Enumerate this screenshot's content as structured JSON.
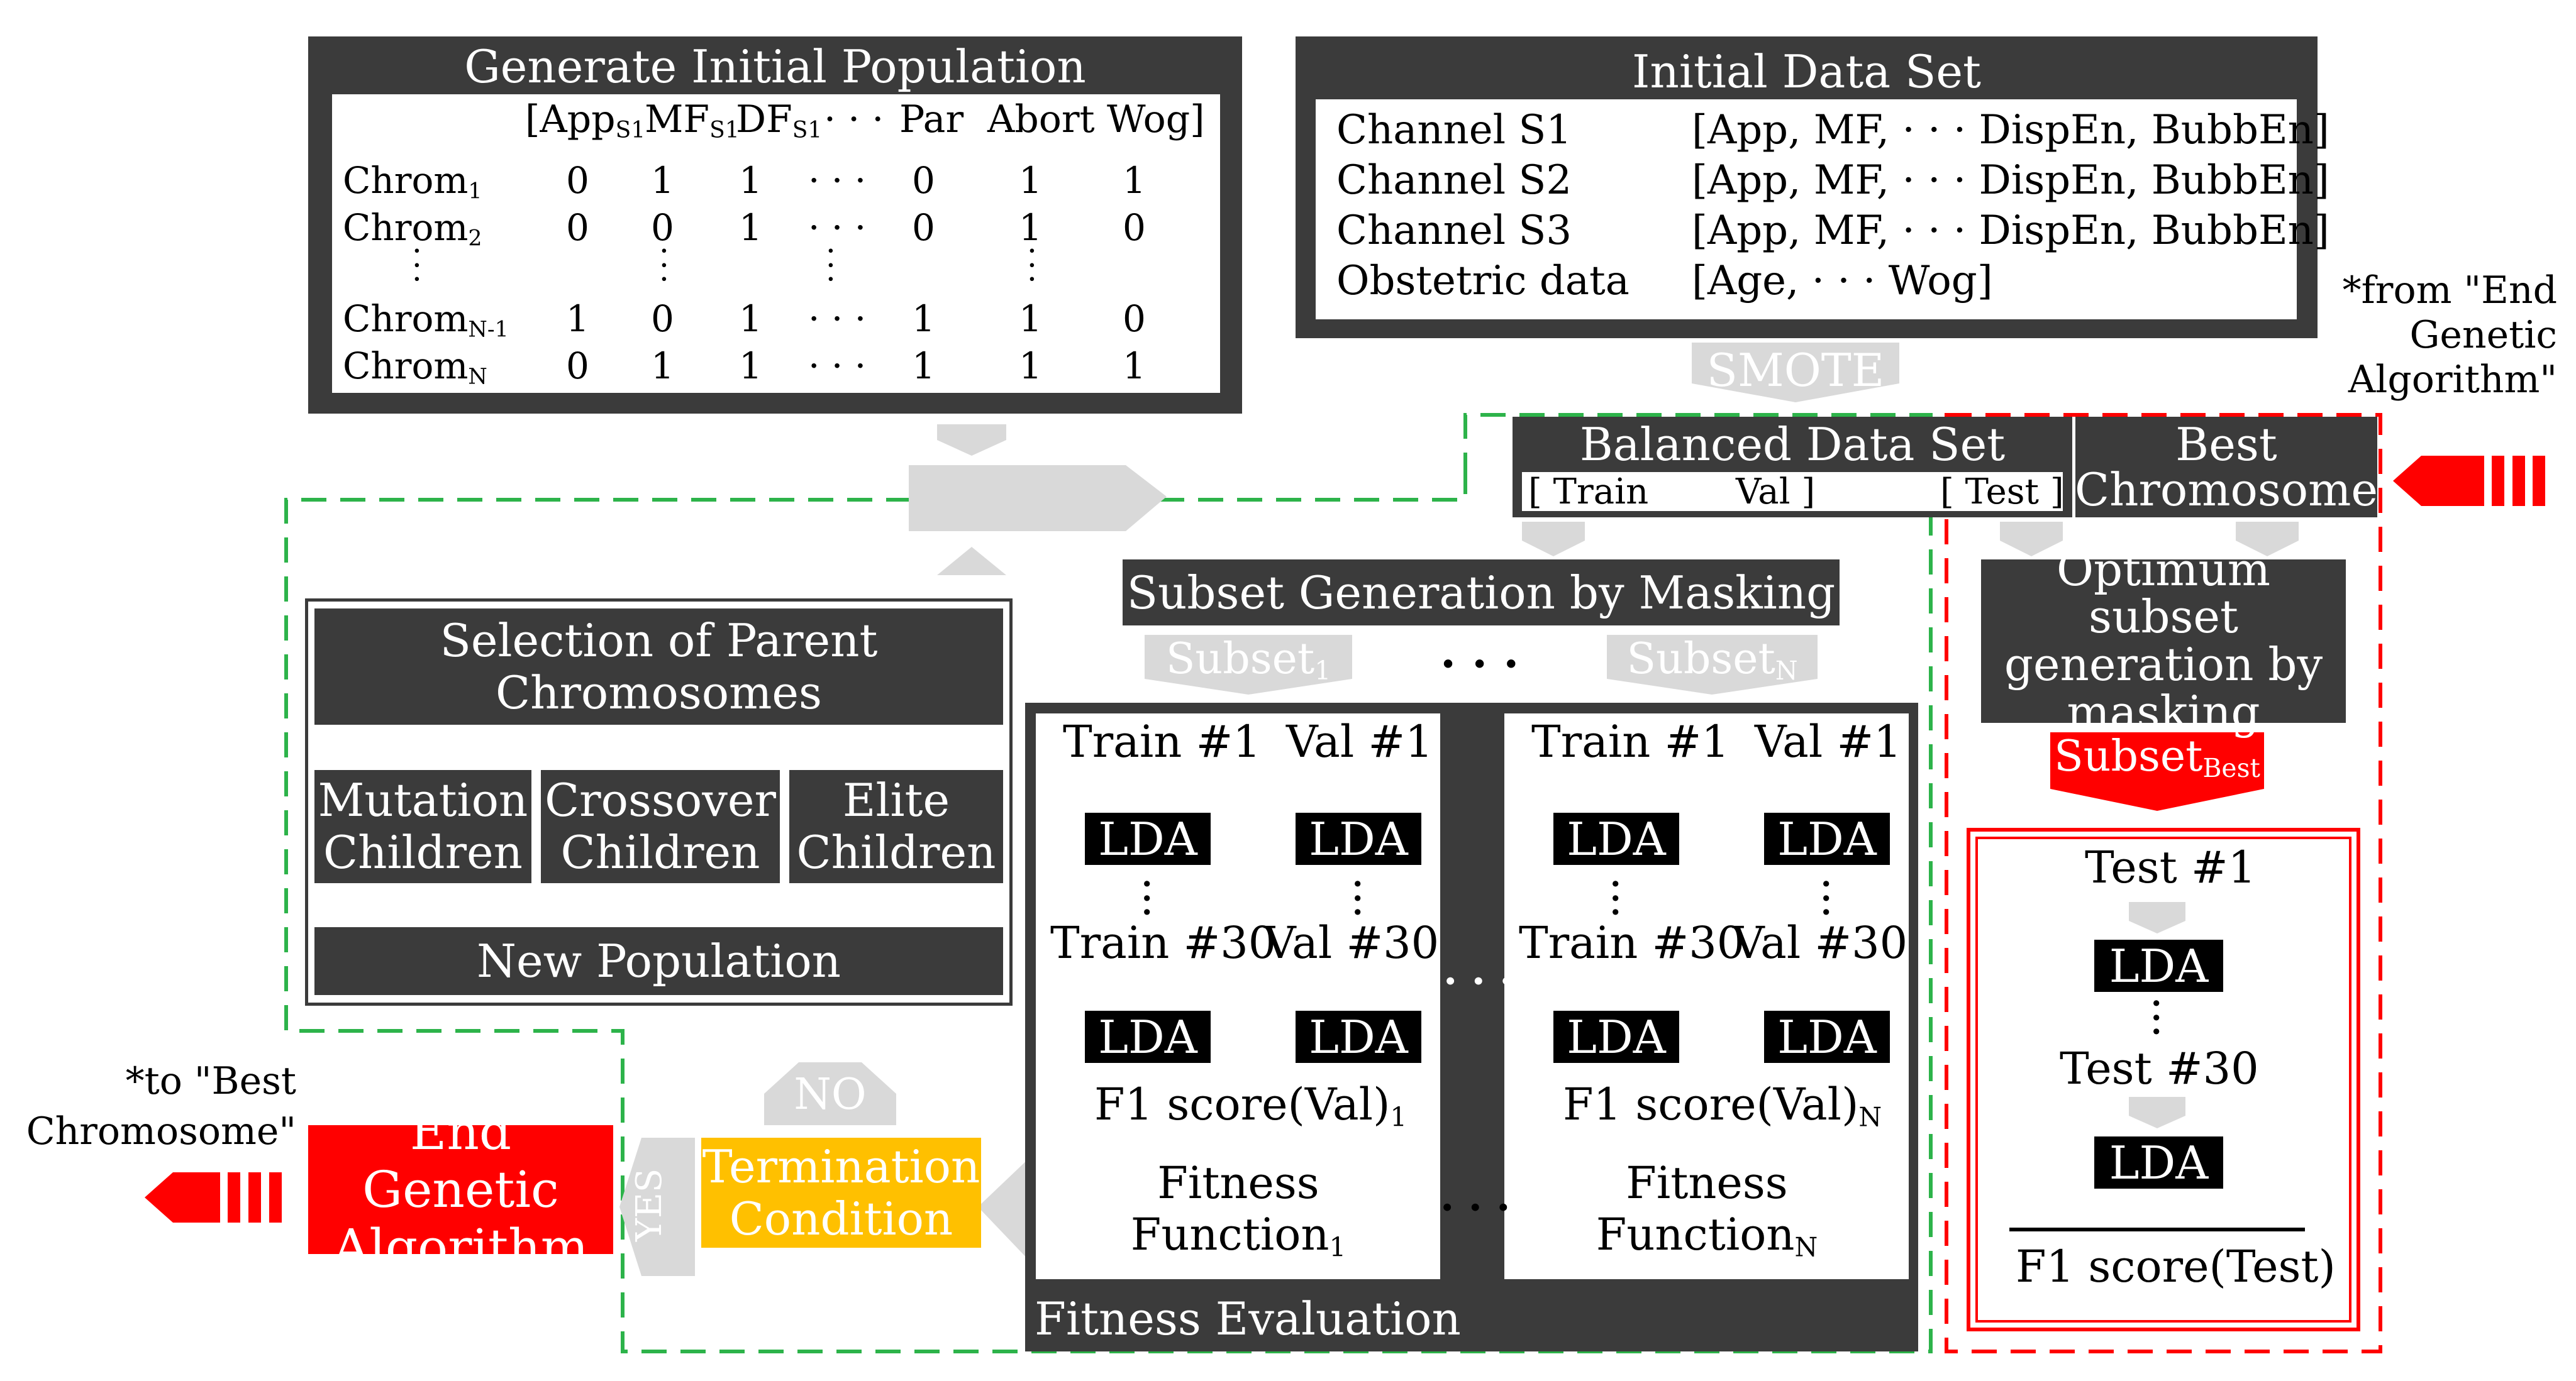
{
  "generate_population": {
    "title": "Generate Initial Population",
    "headers": [
      "[App",
      "S1",
      "MF",
      "S1",
      "DF",
      "S1",
      "· · ·",
      "Par",
      "Abort",
      "Wog]"
    ],
    "rows": [
      {
        "label": "Chrom",
        "sub": "1",
        "values": [
          "0",
          "1",
          "1",
          "· · ·",
          "0",
          "1",
          "1"
        ]
      },
      {
        "label": "Chrom",
        "sub": "2",
        "values": [
          "0",
          "0",
          "1",
          "· · ·",
          "0",
          "1",
          "0"
        ]
      },
      {
        "label": "Chrom",
        "sub": "N-1",
        "values": [
          "1",
          "0",
          "1",
          "· · ·",
          "1",
          "1",
          "0"
        ]
      },
      {
        "label": "Chrom",
        "sub": "N",
        "values": [
          "0",
          "1",
          "1",
          "· · ·",
          "1",
          "1",
          "1"
        ]
      }
    ]
  },
  "initial_dataset": {
    "title": "Initial Data Set",
    "rows": [
      {
        "name": "Channel S1",
        "features": "[App, MF, · · · DispEn, BubbEn]"
      },
      {
        "name": "Channel S2",
        "features": "[App, MF, · · · DispEn, BubbEn]"
      },
      {
        "name": "Channel S3",
        "features": "[App, MF, · · · DispEn, BubbEn]"
      },
      {
        "name": "Obstetric data",
        "features": "[Age, · · · Wog]"
      }
    ]
  },
  "smote": "SMOTE",
  "from_note": "*from \"End Genetic Algorithm\"",
  "from_note_lines": [
    "*from \"End",
    "Genetic",
    "Algorithm\""
  ],
  "to_note_lines": [
    "*to \"Best",
    "Chromosome\""
  ],
  "balanced": {
    "title": "Balanced Data Set",
    "split": "[ Train",
    "val": "Val ]",
    "test": "[ Test ]"
  },
  "best_chromosome": [
    "Best",
    "Chromosome"
  ],
  "subset_generation": "Subset Generation by Masking",
  "subset1": "Subset",
  "subset1_sub": "1",
  "subsetN": "Subset",
  "subsetN_sub": "N",
  "ellipsis": "· · ·",
  "optimum": [
    "Optimum subset",
    "generation by",
    "masking"
  ],
  "subset_best": "Subset",
  "subset_best_sub": "Best",
  "selection": [
    "Selection of Parent",
    "Chromosomes"
  ],
  "mutation": [
    "Mutation",
    "Children"
  ],
  "crossover": [
    "Crossover",
    "Children"
  ],
  "elite": [
    "Elite",
    "Children"
  ],
  "new_population": "New Population",
  "eval": {
    "train1": "Train #1",
    "val1": "Val #1",
    "train30": "Train #30",
    "val30": "Val #30",
    "lda": "LDA",
    "f1": "F1 score(Val)",
    "f1_sub1": "1",
    "f1_subN": "N",
    "fitness": "Fitness Function",
    "fitness_sub1": "1",
    "fitness_subN": "N",
    "label": "Fitness Evaluation"
  },
  "test_box": {
    "test1": "Test #1",
    "test30": "Test #30",
    "lda": "LDA",
    "f1": "F1 score(Test)"
  },
  "no": "NO",
  "yes": "YES",
  "termination": [
    "Termination",
    "Condition"
  ],
  "end_ga": [
    "End Genetic",
    "Algorithm"
  ],
  "colors": {
    "dark": "#3b3b3b",
    "red": "#ff0000",
    "yellow": "#ffc000",
    "green": "#2db34a",
    "gray": "#d9d9d9"
  }
}
